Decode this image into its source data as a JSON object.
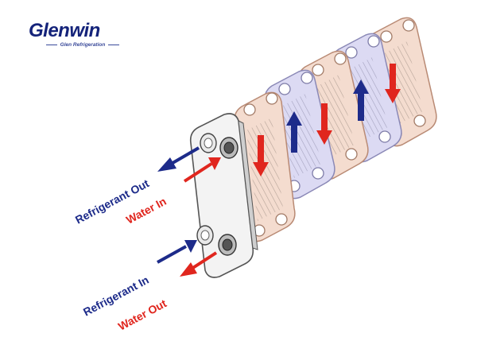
{
  "brand": {
    "name": "Glenwin",
    "tagline": "Glen Refrigeration"
  },
  "labels": {
    "refrigerant_out": "Refrigerant Out",
    "water_in": "Water In",
    "refrigerant_in": "Refrigerant In",
    "water_out": "Water Out"
  },
  "colors": {
    "refrigerant": "#1d2b8a",
    "water": "#e0261e",
    "water_plate": "#e8b9a2",
    "refrigerant_plate": "#b7b4e6",
    "brand": "#14237a"
  }
}
